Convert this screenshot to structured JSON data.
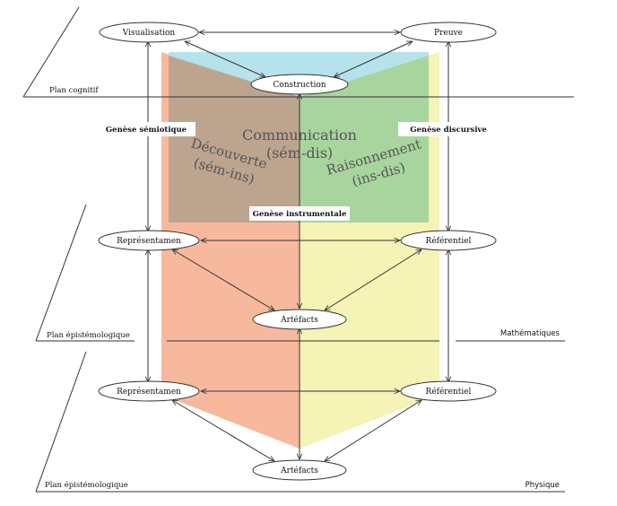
{
  "planes": {
    "cognitive": "Plan cognitif",
    "epistemological_math": "Plan épistémologique",
    "epistemological_phys": "Plan épistémologique"
  },
  "fields": {
    "math": "Mathématiques",
    "phys": "Physique"
  },
  "nodes": {
    "visualisation": "Visualisation",
    "preuve": "Preuve",
    "construction": "Construction",
    "representamen_math": "Représentamen",
    "referentiel_math": "Référentiel",
    "artefacts_math": "Artéfacts",
    "representamen_phys": "Représentamen",
    "referentiel_phys": "Référentiel",
    "artefacts_phys": "Artéfacts"
  },
  "genesis": {
    "semiotique": "Genèse sémiotique",
    "discursive": "Genèse discursive",
    "instrumentale": "Genèse instrumentale"
  },
  "regions": {
    "communication_1": "Communication",
    "communication_2": "(sém-dis)",
    "decouverte_1": "Découverte",
    "decouverte_2": "(sém-ins)",
    "raisonnement_1": "Raisonnement",
    "raisonnement_2": "(ins-dis)"
  },
  "colors": {
    "orange": "#f4a27e",
    "yellow": "#f3f0a2",
    "blue": "#a9dde9",
    "green": "#a8d39a",
    "brown": "#bd9e86"
  }
}
